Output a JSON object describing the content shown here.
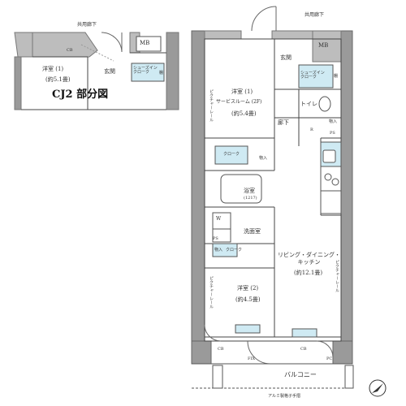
{
  "cj2_inset": {
    "title": "CJ2 部分図",
    "corridor": "共用廊下",
    "mb": "MB",
    "western_room": "洋室 (1)",
    "western_room_area": "(約5.1畳)",
    "entrance": "玄関",
    "shoes_closet": "シューズイン\nクローク",
    "shelf": "棚",
    "cb": "CB"
  },
  "main_plan": {
    "corridor": "共用廊下",
    "mb": "MB",
    "entrance": "玄関",
    "shoes_closet": "シューズイン\nクローク",
    "shelf": "棚",
    "toilet": "トイレ",
    "storage": "物入",
    "hallway": "廊下",
    "ps": "PS",
    "r": "R",
    "western_room_1": "洋室 (1)",
    "service_room": "サービスルーム (2F)",
    "western_room_1_area": "(約5.4畳)",
    "closet": "クローク",
    "bath": "浴室",
    "bath_size": "(1217)",
    "washroom": "洗面室",
    "w": "W",
    "ldk": "リビング・ダイニング・\nキッチン",
    "ldk_area": "(約12.1畳)",
    "western_room_2": "洋室 (2)",
    "western_room_2_area": "(約4.5畳)",
    "picture_rail": "ピクチャーレール",
    "balcony": "バルコニー",
    "window_tag": "FIX",
    "cb": "CB",
    "pc": "PC",
    "balcony_rail": "アルミ製格子手摺"
  },
  "colors": {
    "wall": "#7a7a7a",
    "wall_light": "#bdbdbd",
    "storage_fill": "#cfeaf3",
    "accent_blue": "#8ccbe0"
  }
}
